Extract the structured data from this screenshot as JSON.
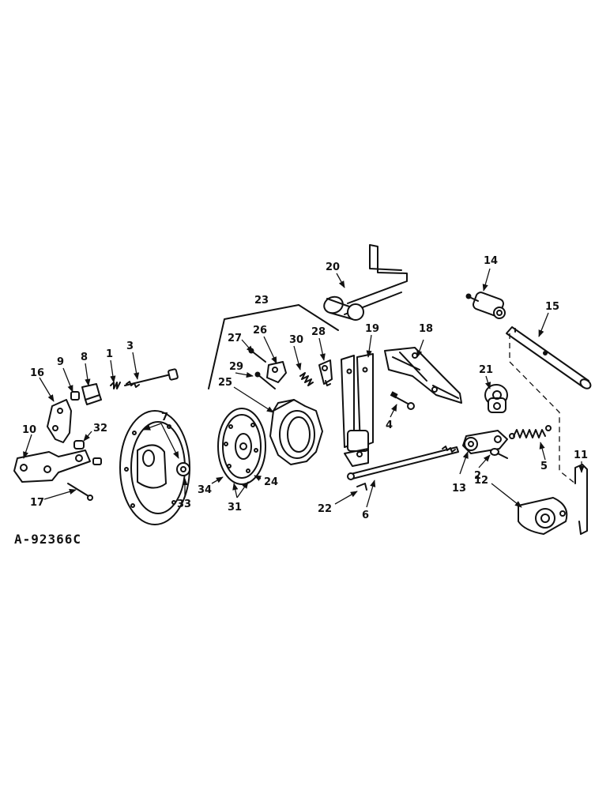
{
  "drawing_ref": "A-92366C",
  "callouts": [
    {
      "id": "c1",
      "text": "1"
    },
    {
      "id": "c2",
      "text": "2"
    },
    {
      "id": "c3",
      "text": "3"
    },
    {
      "id": "c4",
      "text": "4"
    },
    {
      "id": "c5",
      "text": "5"
    },
    {
      "id": "c6",
      "text": "6"
    },
    {
      "id": "c7",
      "text": "7"
    },
    {
      "id": "c8",
      "text": "8"
    },
    {
      "id": "c9",
      "text": "9"
    },
    {
      "id": "c10",
      "text": "10"
    },
    {
      "id": "c11",
      "text": "11"
    },
    {
      "id": "c12",
      "text": "12"
    },
    {
      "id": "c13",
      "text": "13"
    },
    {
      "id": "c14",
      "text": "14"
    },
    {
      "id": "c15",
      "text": "15"
    },
    {
      "id": "c16",
      "text": "16"
    },
    {
      "id": "c17",
      "text": "17"
    },
    {
      "id": "c18",
      "text": "18"
    },
    {
      "id": "c19",
      "text": "19"
    },
    {
      "id": "c20",
      "text": "20"
    },
    {
      "id": "c21",
      "text": "21"
    },
    {
      "id": "c22",
      "text": "22"
    },
    {
      "id": "c23",
      "text": "23"
    },
    {
      "id": "c24",
      "text": "24"
    },
    {
      "id": "c25",
      "text": "25"
    },
    {
      "id": "c26",
      "text": "26"
    },
    {
      "id": "c27",
      "text": "27"
    },
    {
      "id": "c28",
      "text": "28"
    },
    {
      "id": "c29",
      "text": "29"
    },
    {
      "id": "c30",
      "text": "30"
    },
    {
      "id": "c31",
      "text": "31"
    },
    {
      "id": "c32",
      "text": "32"
    },
    {
      "id": "c33",
      "text": "33"
    },
    {
      "id": "c34",
      "text": "34"
    }
  ],
  "colors": {
    "ink": "#111111",
    "paper": "#ffffff"
  }
}
